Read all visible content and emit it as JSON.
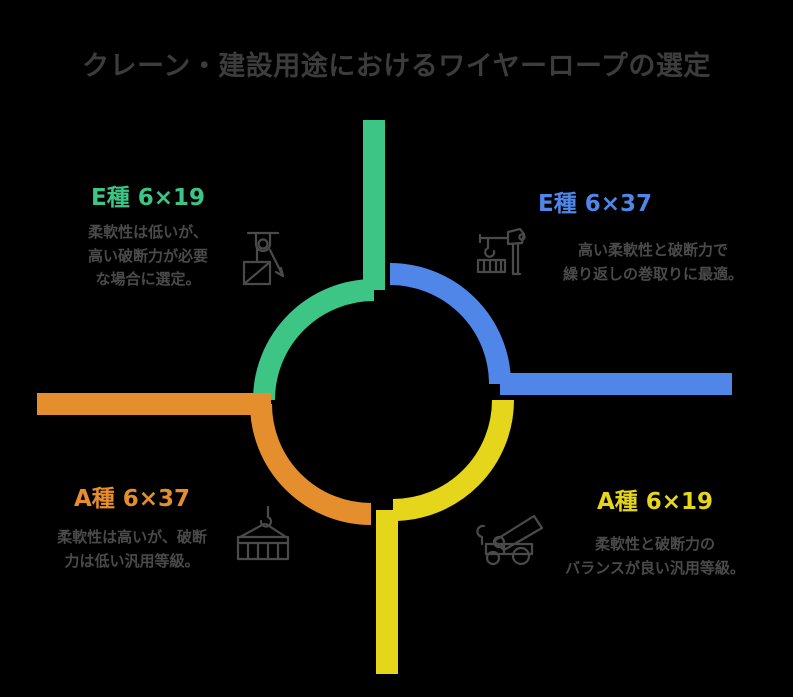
{
  "title": "クレーン・建設用途におけるワイヤーロープの選定",
  "colors": {
    "green": "#3cc585",
    "blue": "#4f86e8",
    "orange": "#e58e2e",
    "yellow": "#e5d51b",
    "text_dark": "#3c3c3c",
    "text_body": "#4a4a4a",
    "background": "#000000"
  },
  "quadrants": {
    "top_left": {
      "label": "E種 6×19",
      "description": "柔軟性は低いが、\n高い破断力が必要\nな場合に選定。",
      "color": "#3cc585",
      "icon": "pulley-hoist-icon"
    },
    "top_right": {
      "label": "E種 6×37",
      "description": "高い柔軟性と破断力で\n繰り返しの巻取りに最適。",
      "color": "#4f86e8",
      "icon": "tower-crane-icon"
    },
    "bottom_left": {
      "label": "A種 6×37",
      "description": "柔軟性は高いが、破断\n力は低い汎用等級。",
      "color": "#e58e2e",
      "icon": "container-hook-icon"
    },
    "bottom_right": {
      "label": "A種 6×19",
      "description": "柔軟性と破断力の\nバランスが良い汎用等級。",
      "color": "#e5d51b",
      "icon": "mobile-crane-icon"
    }
  },
  "chart_data": {
    "type": "pie",
    "title": "クレーン・建設用途におけるワイヤーロープの選定",
    "categories": [
      "E種 6×19",
      "E種 6×37",
      "A種 6×19",
      "A種 6×37"
    ],
    "values": [
      25,
      25,
      25,
      25
    ],
    "colors": [
      "#3cc585",
      "#4f86e8",
      "#e5d51b",
      "#e58e2e"
    ],
    "legend_position": "around",
    "note": "四等分のドーナツ型サイクル図。各セグメントにリーダー線とラベルが付く。"
  }
}
